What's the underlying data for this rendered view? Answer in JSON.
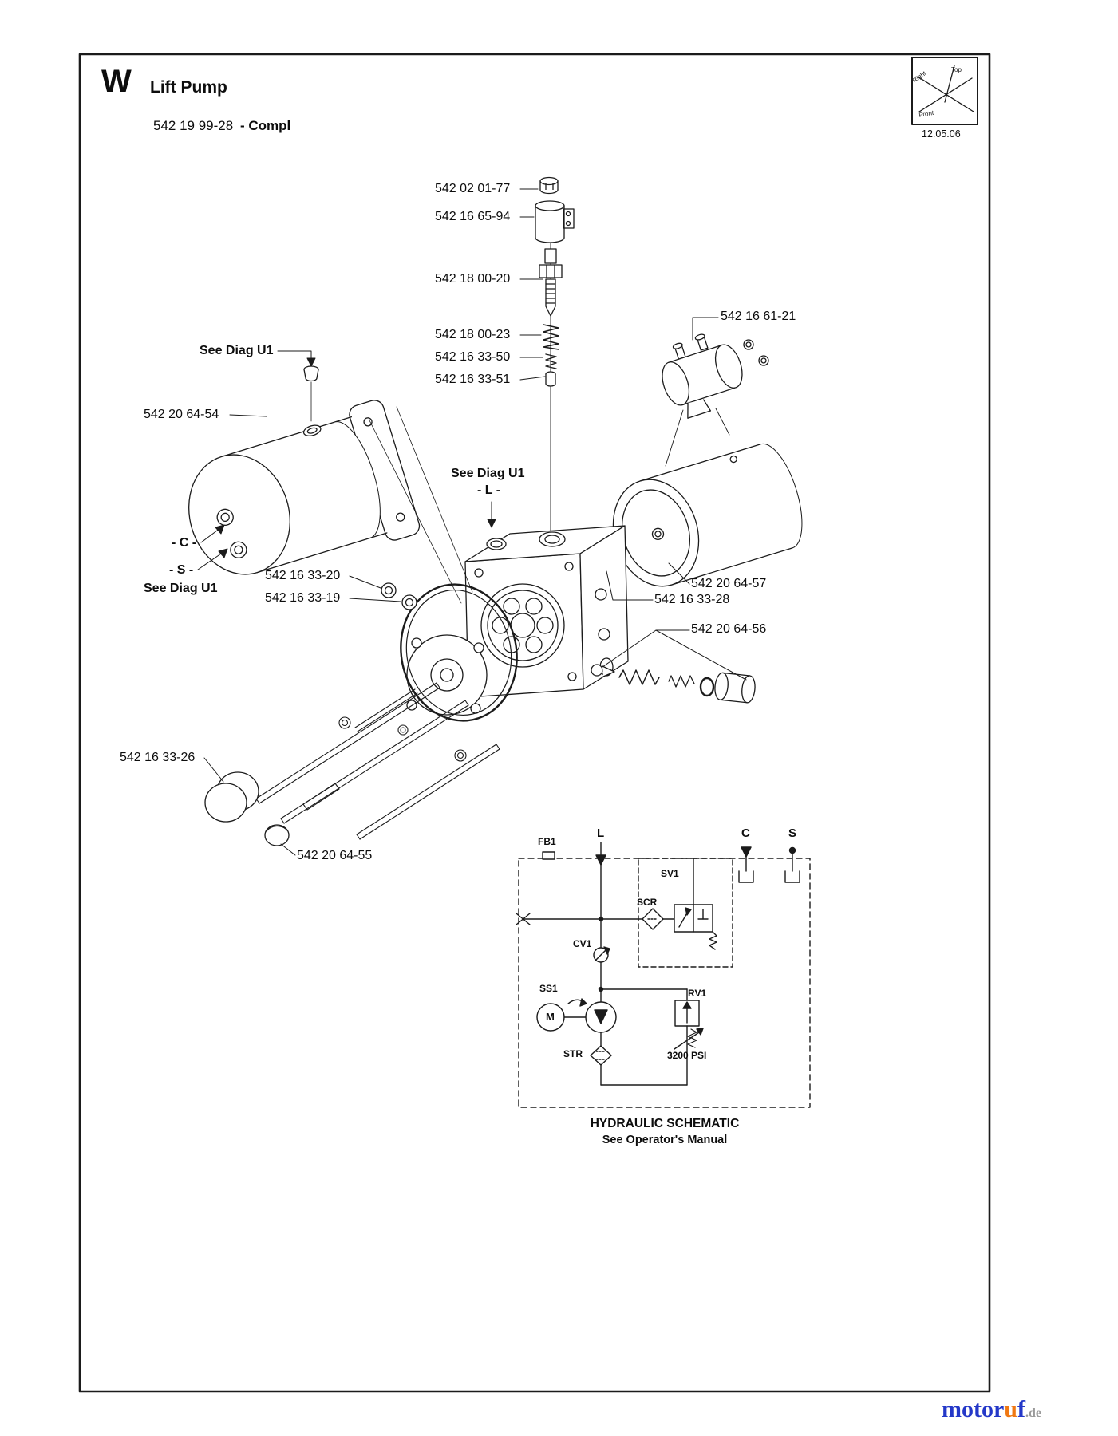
{
  "header": {
    "section_letter": "W",
    "title": "Lift Pump",
    "assembly_number": "542 19 99-28",
    "assembly_suffix": "- Compl",
    "date": "12.05.06"
  },
  "compass": {
    "top": "Top",
    "right": "Right",
    "front": "Front"
  },
  "callouts": {
    "nut": "542 02 01-77",
    "coil": "542 16 65-94",
    "stem": "542 18 00-20",
    "solenoid": "542 16 61-21",
    "spring_large": "542 18 00-23",
    "spring_small": "542 16 33-50",
    "poppet": "542 16 33-51",
    "see_diag_u1": "See Diag U1",
    "tank_left": "542 20 64-54",
    "port_l": "- L -",
    "port_c": "- C -",
    "port_s": "- S -",
    "oring_20": "542 16 33-20",
    "oring_19": "542 16 33-19",
    "tank_right": "542 20 64-57",
    "plug_28": "542 16 33-28",
    "valve_kit": "542 20 64-56",
    "cap_large": "542 16 33-26",
    "cap_small": "542 20 64-55"
  },
  "schematic": {
    "fb1": "FB1",
    "port_l": "L",
    "port_c": "C",
    "port_s": "S",
    "sv1": "SV1",
    "scr": "SCR",
    "cv1": "CV1",
    "ss1": "SS1",
    "motor": "M",
    "rv1": "RV1",
    "str": "STR",
    "pressure": "3200 PSI",
    "title": "HYDRAULIC SCHEMATIC",
    "subtitle": "See Operator's Manual"
  },
  "watermark": {
    "part1": "motor",
    "part2": "u",
    "part3": "f",
    "suffix": ".de"
  }
}
